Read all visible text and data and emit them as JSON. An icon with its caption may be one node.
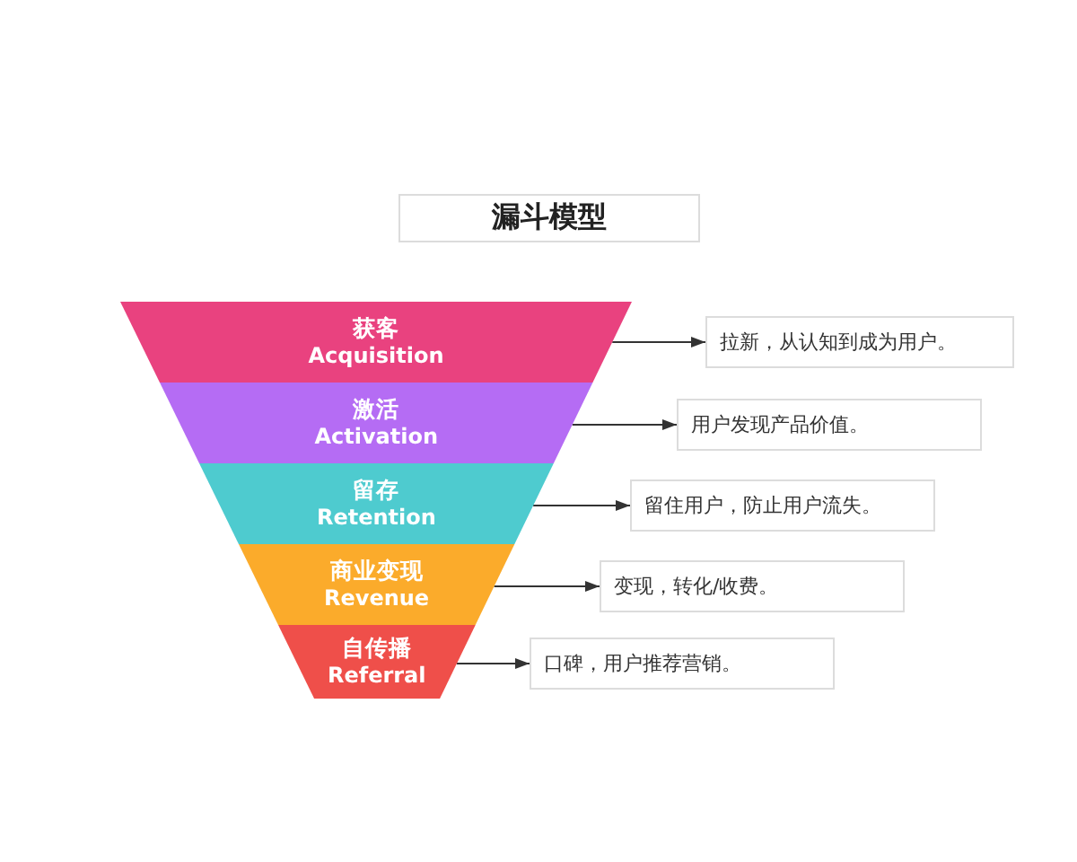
{
  "diagram": {
    "nodes": [
      {
        "text": [
          "漏斗模型"
        ]
      },
      {
        "text": [
          "获客",
          "Acquisition"
        ]
      },
      {
        "text": [
          "激活",
          "Activation"
        ]
      },
      {
        "text": [
          "留存",
          "Retention"
        ]
      },
      {
        "text": [
          "商业变现",
          "Revenue"
        ]
      },
      {
        "text": [
          "自传播",
          "Referral"
        ]
      },
      {
        "text": [
          "拉新，从认知到成为用户。"
        ]
      },
      {
        "text": [
          "用户发现产品价值。"
        ]
      },
      {
        "text": [
          "留住用户，防止用户流失。"
        ]
      },
      {
        "text": [
          "变现，转化/收费。"
        ]
      },
      {
        "text": [
          "口碑，用户推荐营销。"
        ]
      }
    ],
    "edges": [
      {
        "from": 1,
        "to": 6,
        "arrow": "to"
      },
      {
        "from": 2,
        "to": 7,
        "arrow": "to"
      },
      {
        "from": 3,
        "to": 8,
        "arrow": "to"
      },
      {
        "from": 4,
        "to": 9,
        "arrow": "to"
      },
      {
        "from": 5,
        "to": 10,
        "arrow": "to"
      }
    ]
  }
}
